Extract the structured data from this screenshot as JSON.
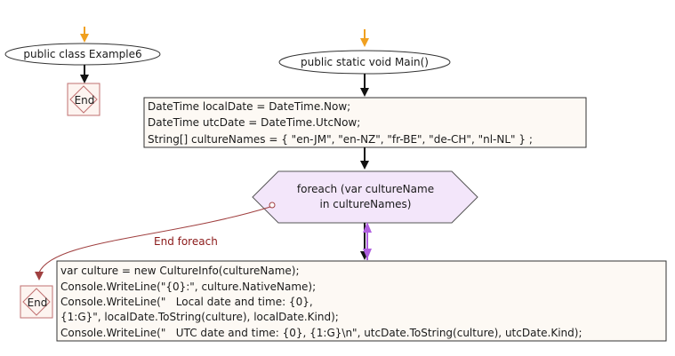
{
  "diagram": {
    "class_node": {
      "label": "public class Example6"
    },
    "main_node": {
      "label": "public static void Main()"
    },
    "end_top": {
      "label": "End"
    },
    "end_bottom": {
      "label": "End"
    },
    "init_block": {
      "lines": [
        "DateTime localDate = DateTime.Now;",
        "DateTime utcDate = DateTime.UtcNow;",
        "String[] cultureNames = { \"en-JM\", \"en-NZ\", \"fr-BE\", \"de-CH\", \"nl-NL\" } ;"
      ]
    },
    "loop_node": {
      "lines": [
        "foreach (var cultureName",
        "in cultureNames)"
      ]
    },
    "loop_end_label": "End foreach",
    "body_block": {
      "lines": [
        "var culture = new CultureInfo(cultureName);",
        "Console.WriteLine(\"{0}:\", culture.NativeName);",
        "Console.WriteLine(\"   Local date and time: {0},",
        "{1:G}\", localDate.ToString(culture), localDate.Kind);",
        "Console.WriteLine(\"   UTC date and time: {0}, {1:G}\\n\", utcDate.ToString(culture), utcDate.Kind);"
      ]
    },
    "colors": {
      "start_arrow": "#f0a020",
      "flow_arrow": "#111111",
      "loop_back_arrow": "#b060e0",
      "loop_end_line": "#a04040",
      "loop_fill": "#f3e6fa",
      "box_fill": "#fdf9f4",
      "end_fill": "#fdf4f0",
      "end_border": "#c07070"
    }
  }
}
